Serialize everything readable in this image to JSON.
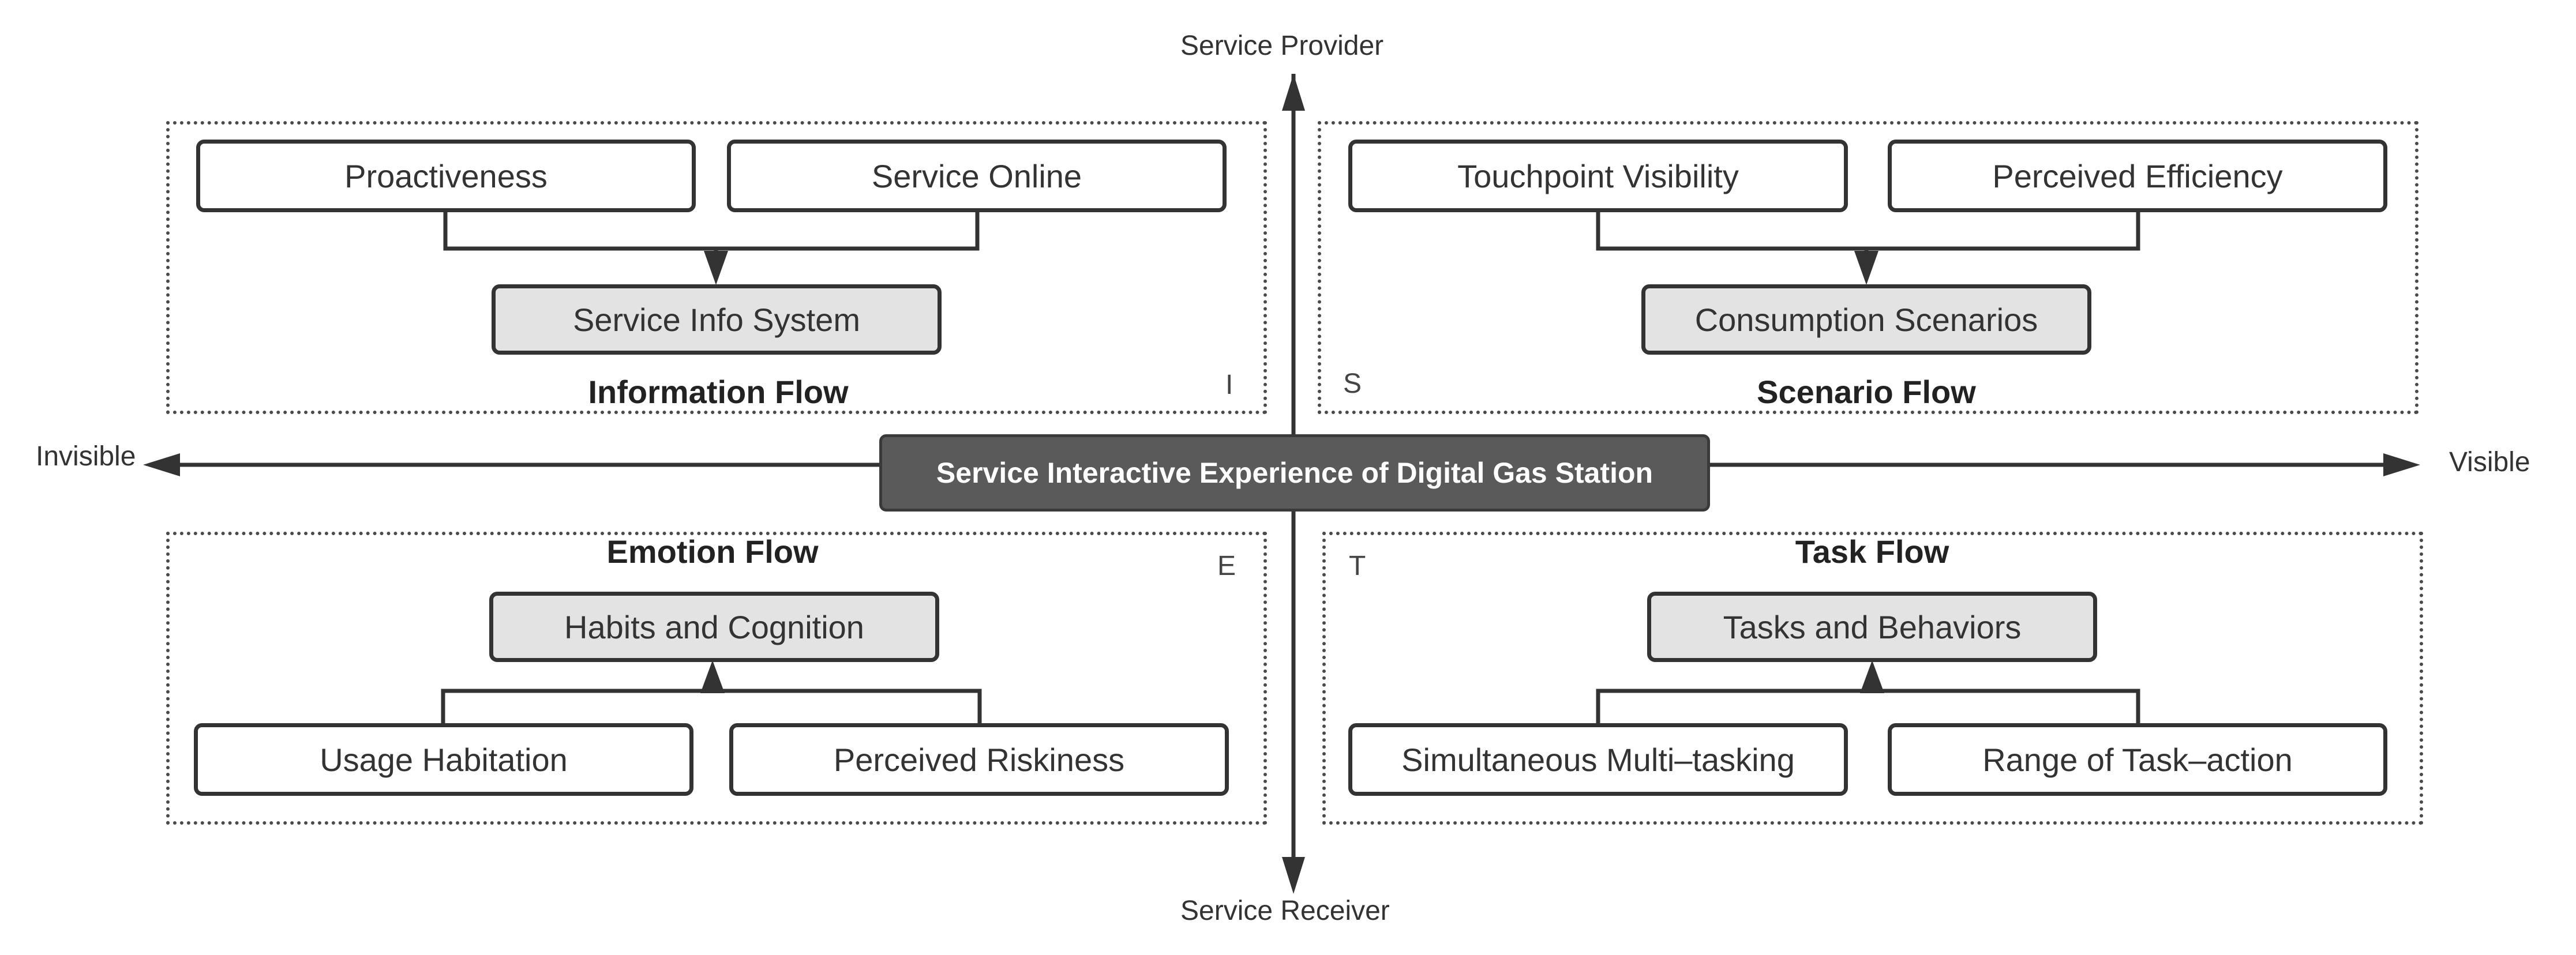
{
  "axes": {
    "top": "Service Provider",
    "bottom": "Service Receiver",
    "left": "Invisible",
    "right": "Visible"
  },
  "center_title": "Service Interactive Experience of Digital Gas Station",
  "quadrants": {
    "information": {
      "title": "Information Flow",
      "marker": "I",
      "inputs": [
        "Proactiveness",
        "Service Online"
      ],
      "core": "Service Info System"
    },
    "scenario": {
      "title": "Scenario Flow",
      "marker": "S",
      "inputs": [
        "Touchpoint Visibility",
        "Perceived Efficiency"
      ],
      "core": "Consumption Scenarios"
    },
    "emotion": {
      "title": "Emotion Flow",
      "marker": "E",
      "inputs": [
        "Usage Habitation",
        "Perceived Riskiness"
      ],
      "core": "Habits and Cognition"
    },
    "task": {
      "title": "Task Flow",
      "marker": "T",
      "inputs": [
        "Simultaneous Multi–tasking",
        "Range of Task–action"
      ],
      "core": "Tasks and Behaviors"
    }
  },
  "colors": {
    "center_fill": "#5a5a5a",
    "core_fill": "#e3e3e3",
    "line": "#333333"
  }
}
